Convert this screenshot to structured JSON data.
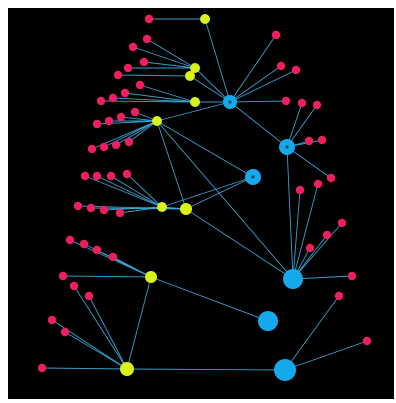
{
  "colors": {
    "background": "#000000",
    "edge": "#3aa7d9",
    "hub_blue": "#15a9ec",
    "hub_yellow": "#d9f21a",
    "leaf_pink": "#ee1f5e"
  },
  "graph": {
    "node_types": [
      "hub-blue",
      "hub-yellow",
      "leaf-pink"
    ]
  }
}
